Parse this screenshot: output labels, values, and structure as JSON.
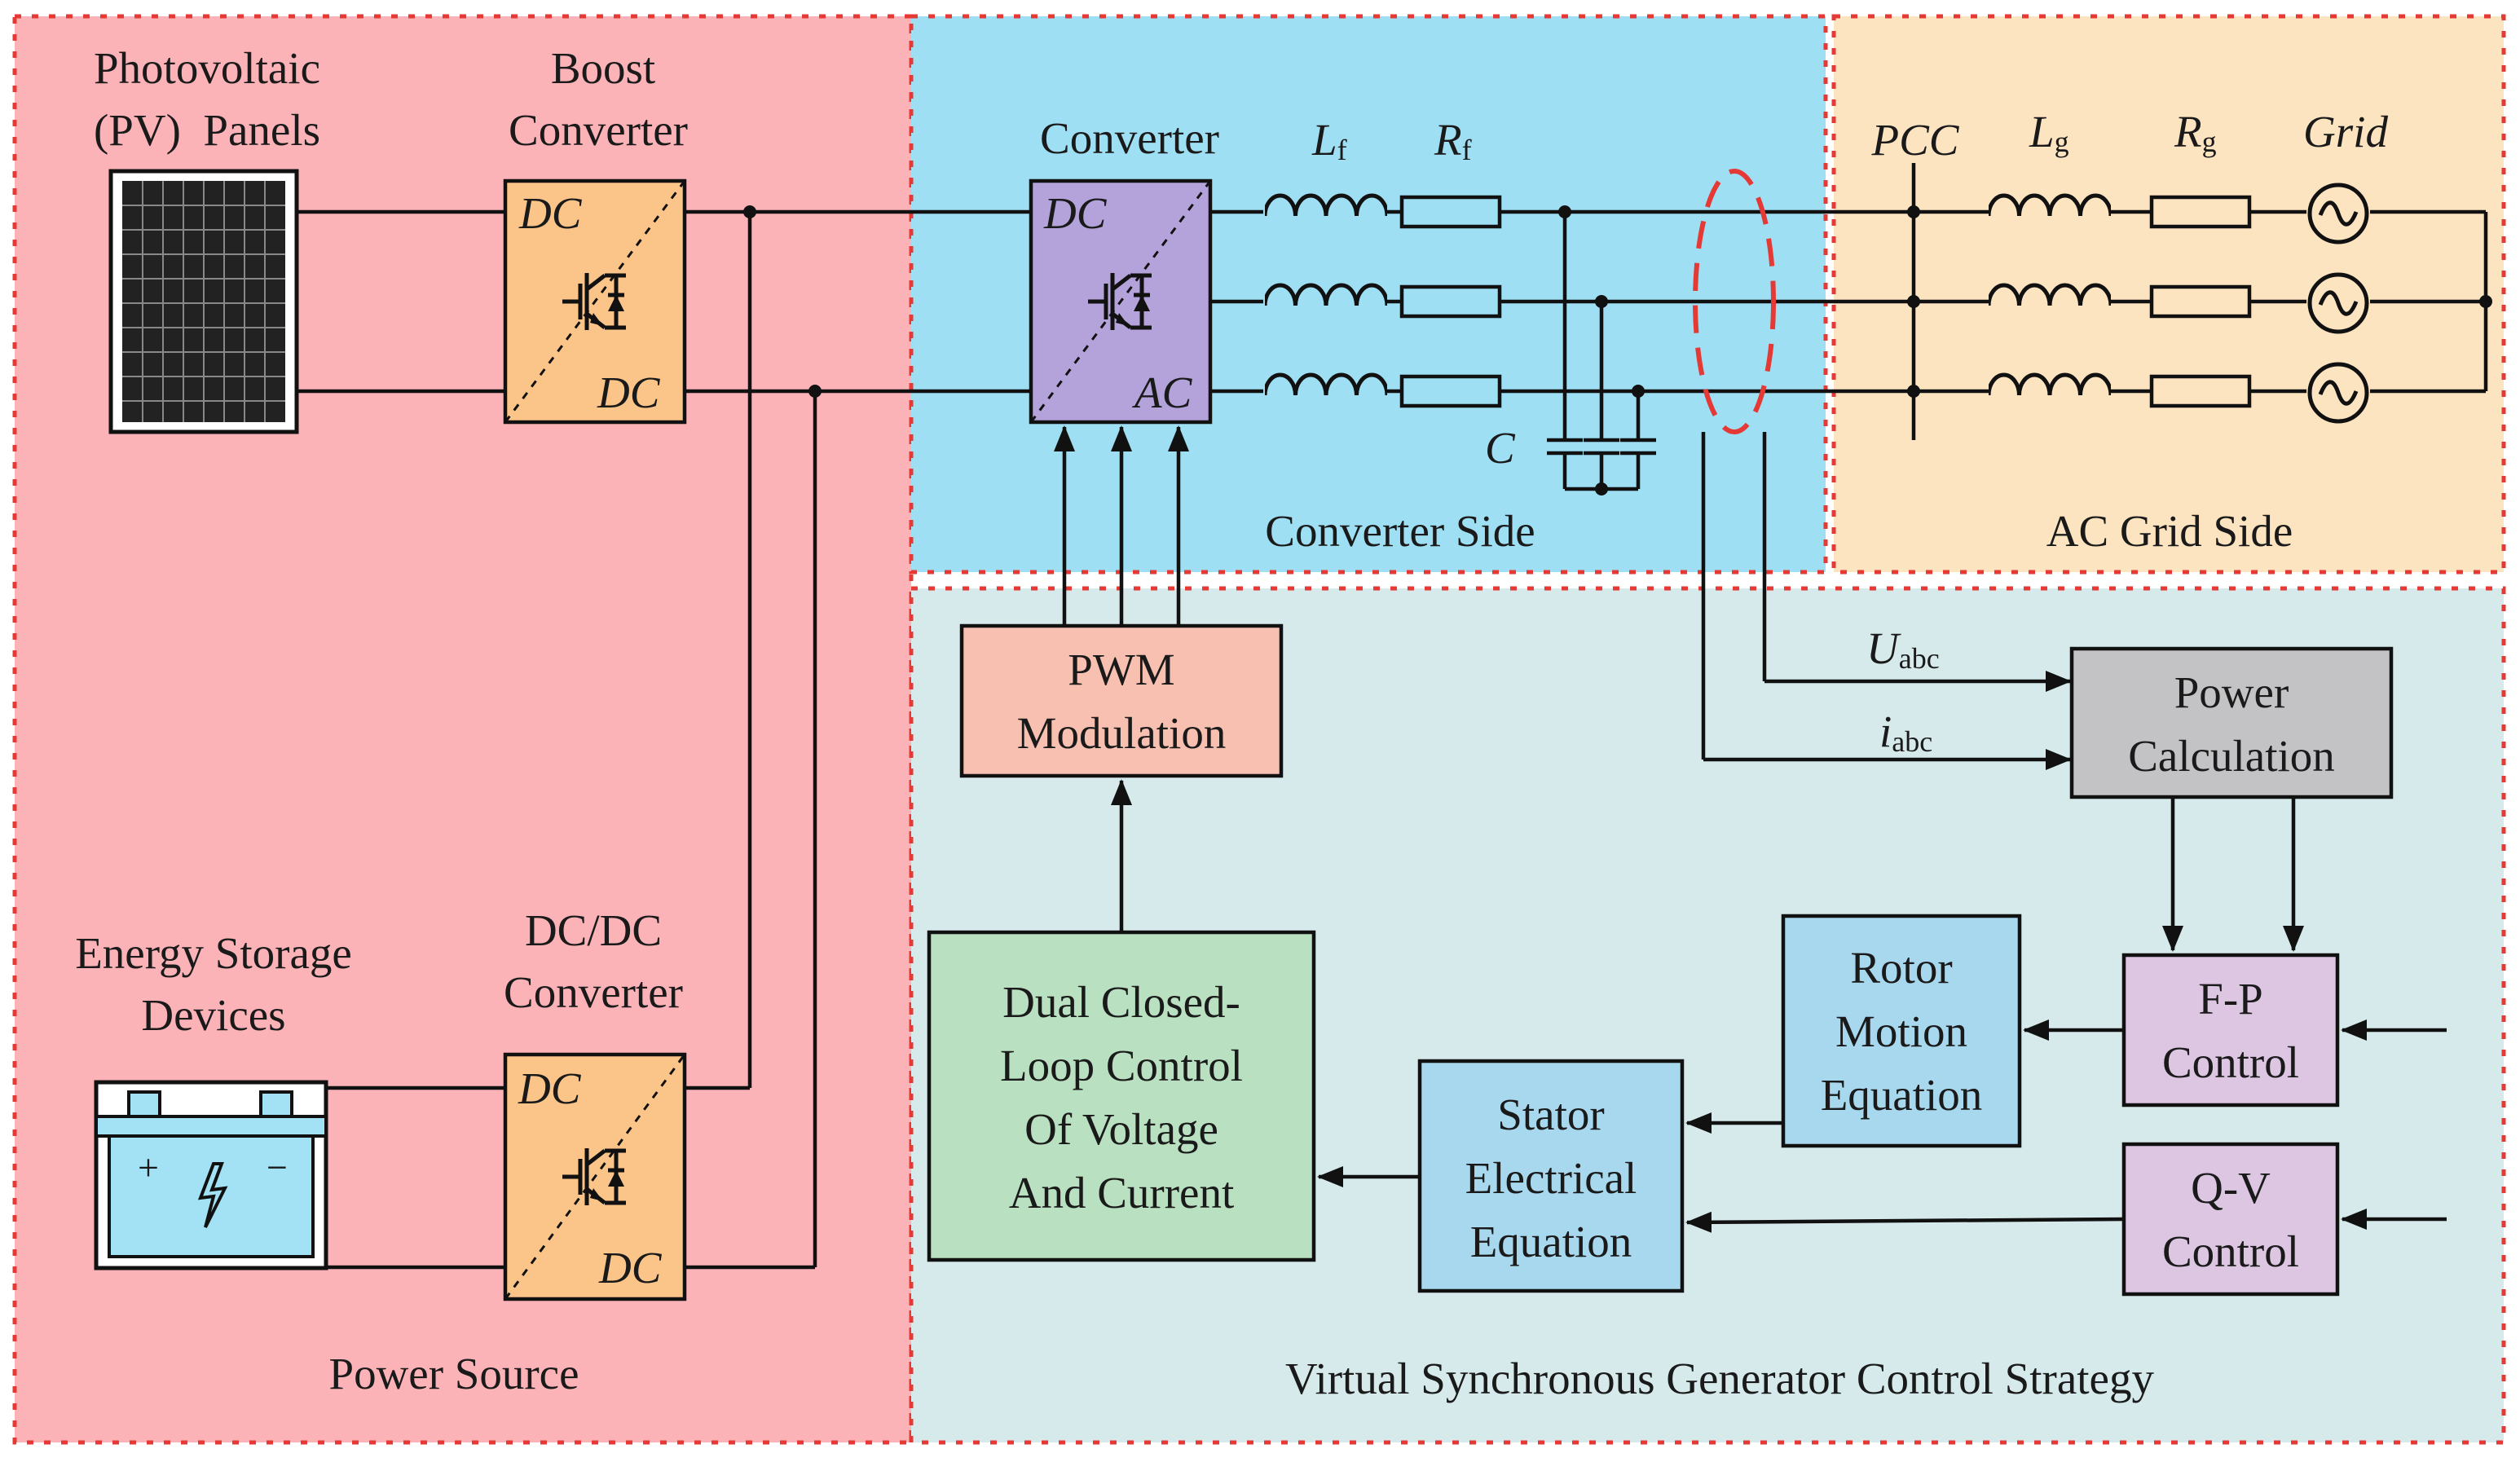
{
  "colors": {
    "power_source_bg": "#fcb3b8",
    "converter_side_bg": "#9fdff4",
    "ac_grid_side_bg": "#fde4c1",
    "vsg_bg": "#d6eaeb",
    "zone_border": "#e53935",
    "dc_converter_fill": "#fbc489",
    "main_converter_fill": "#b3a3da",
    "pwm_fill": "#f8c0b0",
    "dual_loop_fill": "#b9e0c0",
    "power_calc_fill": "#c3c3c5",
    "rotor_stator_fill": "#a7d8ee",
    "fp_qv_fill": "#dcc6e2",
    "battery_fill": "#a3e1f5",
    "measurement_marker": "#e53935"
  },
  "regions": {
    "power_source": "Power Source",
    "converter_side": "Converter Side",
    "ac_grid_side": "AC Grid Side",
    "vsg": "Virtual Synchronous Generator Control Strategy"
  },
  "pv": {
    "line1": "Photovoltaic",
    "line2": "(PV)  Panels",
    "icon": "solar-panel-icon"
  },
  "boost": {
    "line1": "Boost",
    "line2": "Converter",
    "top_label": "DC",
    "bottom_label": "DC",
    "icon": "igbt-switch-icon"
  },
  "storage": {
    "line1": "Energy Storage",
    "line2": "Devices",
    "plus": "+",
    "minus": "−",
    "icon": "battery-icon"
  },
  "dcdc": {
    "line1": "DC/DC",
    "line2": "Converter",
    "top_label": "DC",
    "bottom_label": "DC",
    "icon": "igbt-switch-icon"
  },
  "converter": {
    "title": "Converter",
    "top_label": "DC",
    "bottom_label": "AC",
    "icon": "igbt-switch-icon"
  },
  "filter": {
    "lf": "L",
    "lf_sub": "f",
    "rf": "R",
    "rf_sub": "f",
    "c": "C"
  },
  "grid": {
    "pcc": "PCC",
    "lg": "L",
    "lg_sub": "g",
    "rg": "R",
    "rg_sub": "g",
    "grid": "Grid",
    "icon": "ac-source-icon"
  },
  "measure": {
    "u": "U",
    "u_sub": "abc",
    "i": "i",
    "i_sub": "abc"
  },
  "blocks": {
    "pwm": {
      "line1": "PWM",
      "line2": "Modulation"
    },
    "power_calc": {
      "line1": "Power",
      "line2": "Calculation"
    },
    "fp": {
      "line1": "F-P",
      "line2": "Control"
    },
    "qv": {
      "line1": "Q-V",
      "line2": "Control"
    },
    "rotor": {
      "line1": "Rotor",
      "line2": "Motion",
      "line3": "Equation"
    },
    "stator": {
      "line1": "Stator",
      "line2": "Electrical",
      "line3": "Equation"
    },
    "dual": {
      "line1": "Dual Closed-",
      "line2": "Loop Control",
      "line3": "Of Voltage",
      "line4": "And Current"
    }
  }
}
